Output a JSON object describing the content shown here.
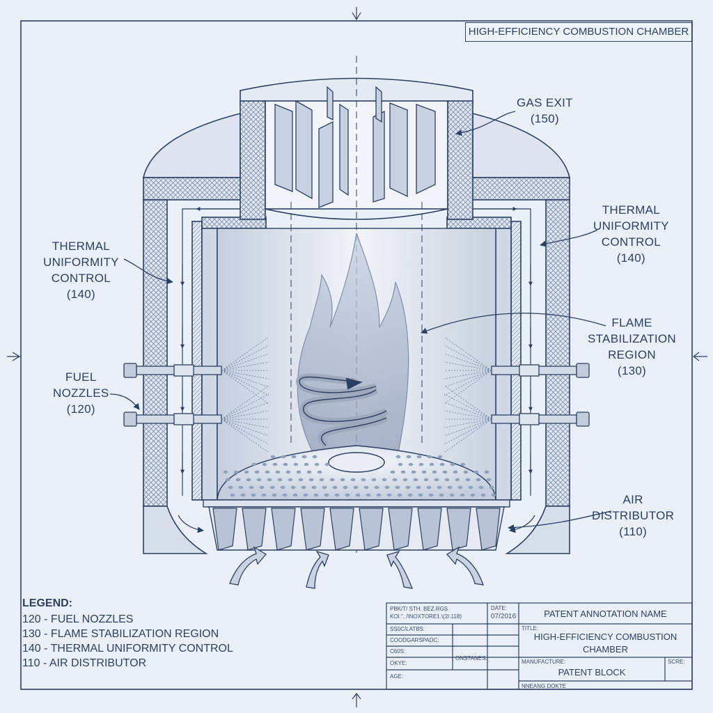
{
  "header": {
    "title": "HIGH-EFFICIENCY COMBUSTION CHAMBER"
  },
  "callouts": {
    "gas_exit": {
      "name": "GAS EXIT",
      "num": "(150)"
    },
    "thermal_left": {
      "line1": "THERMAL",
      "line2": "UNIFORMITY",
      "line3": "CONTROL",
      "num": "(140)"
    },
    "thermal_right": {
      "line1": "THERMAL",
      "line2": "UNIFORMITY",
      "line3": "CONTROL",
      "num": "(140)"
    },
    "fuel_nozzles": {
      "line1": "FUEL",
      "line2": "NOZZLES",
      "num": "(120)"
    },
    "flame": {
      "line1": "FLAME",
      "line2": "STABILIZATION",
      "line3": "REGION",
      "num": "(130)"
    },
    "air": {
      "line1": "AIR",
      "line2": "DISTRIBUTOR",
      "num": "(110)"
    }
  },
  "legend": {
    "heading": "LEGEND:",
    "items": [
      "120 - FUEL NOZZLES",
      "130 - FLAME STABILIZATION REGION",
      "140 - THERMAL UNIFORMITY CONTROL",
      "110 - AIR DISTRIBUTOR"
    ]
  },
  "title_block": {
    "r1a": "PBK/T/ STH. BEZ.RGS",
    "r1b": "KOI.\", /\\NOXTORE1.\\(2/.118)",
    "date_label": "DATE:",
    "date": "07/2016",
    "annotation": "PATENT ANNOTATION NAME",
    "r2": "SS0C/LATBS:",
    "title_label": "TITLE:",
    "title_line1": "HIGH-EFFICIENCY COMBUSTION",
    "title_line2": "CHAMBER",
    "r3": "COODGARSPADC:",
    "r4": "C60S:",
    "r5a": "OKYE:",
    "r5b": "ONSTANES:",
    "manufacture_label": "MANUFACTURE:",
    "block": "PATENT BLOCK",
    "scale_label": "SCRE:",
    "r6": "AGE:",
    "r7": "NNEANG DOKTE"
  }
}
